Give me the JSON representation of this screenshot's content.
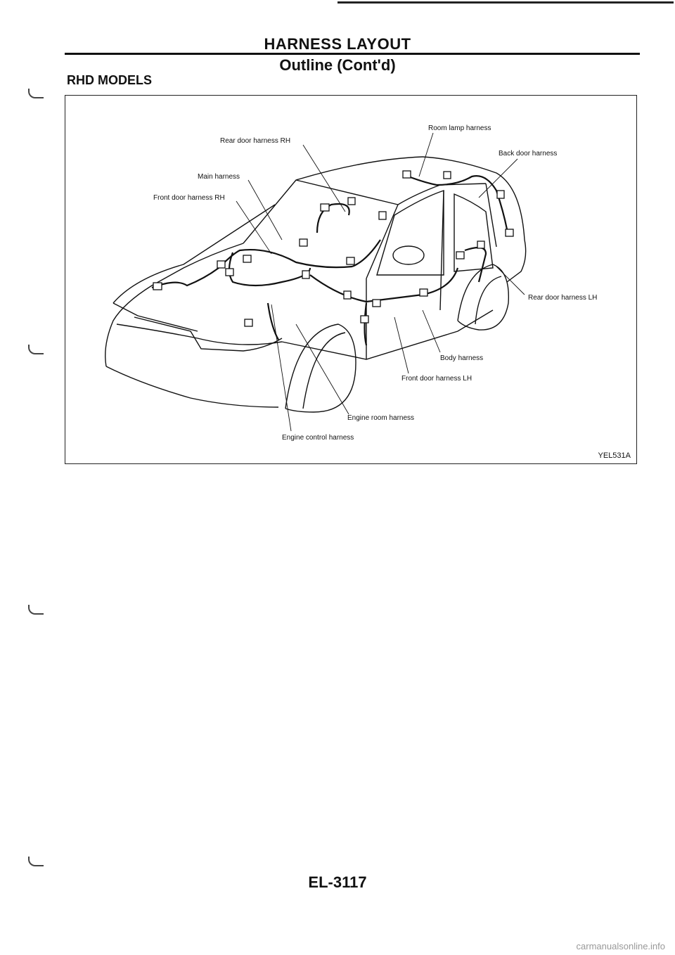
{
  "header": {
    "title": "HARNESS LAYOUT",
    "subtitle": "Outline (Cont'd)",
    "section": "RHD MODELS"
  },
  "figure": {
    "code": "YEL531A",
    "labels": {
      "room_lamp": "Room lamp harness",
      "rear_door_rh": "Rear door harness RH",
      "back_door": "Back door harness",
      "main": "Main harness",
      "front_door_rh": "Front door harness RH",
      "rear_door_lh": "Rear door harness LH",
      "body": "Body harness",
      "front_door_lh": "Front door harness LH",
      "engine_room": "Engine room harness",
      "engine_control": "Engine control harness"
    }
  },
  "footer": {
    "page_number": "EL-3117",
    "site": "carmanualsonline.info"
  }
}
